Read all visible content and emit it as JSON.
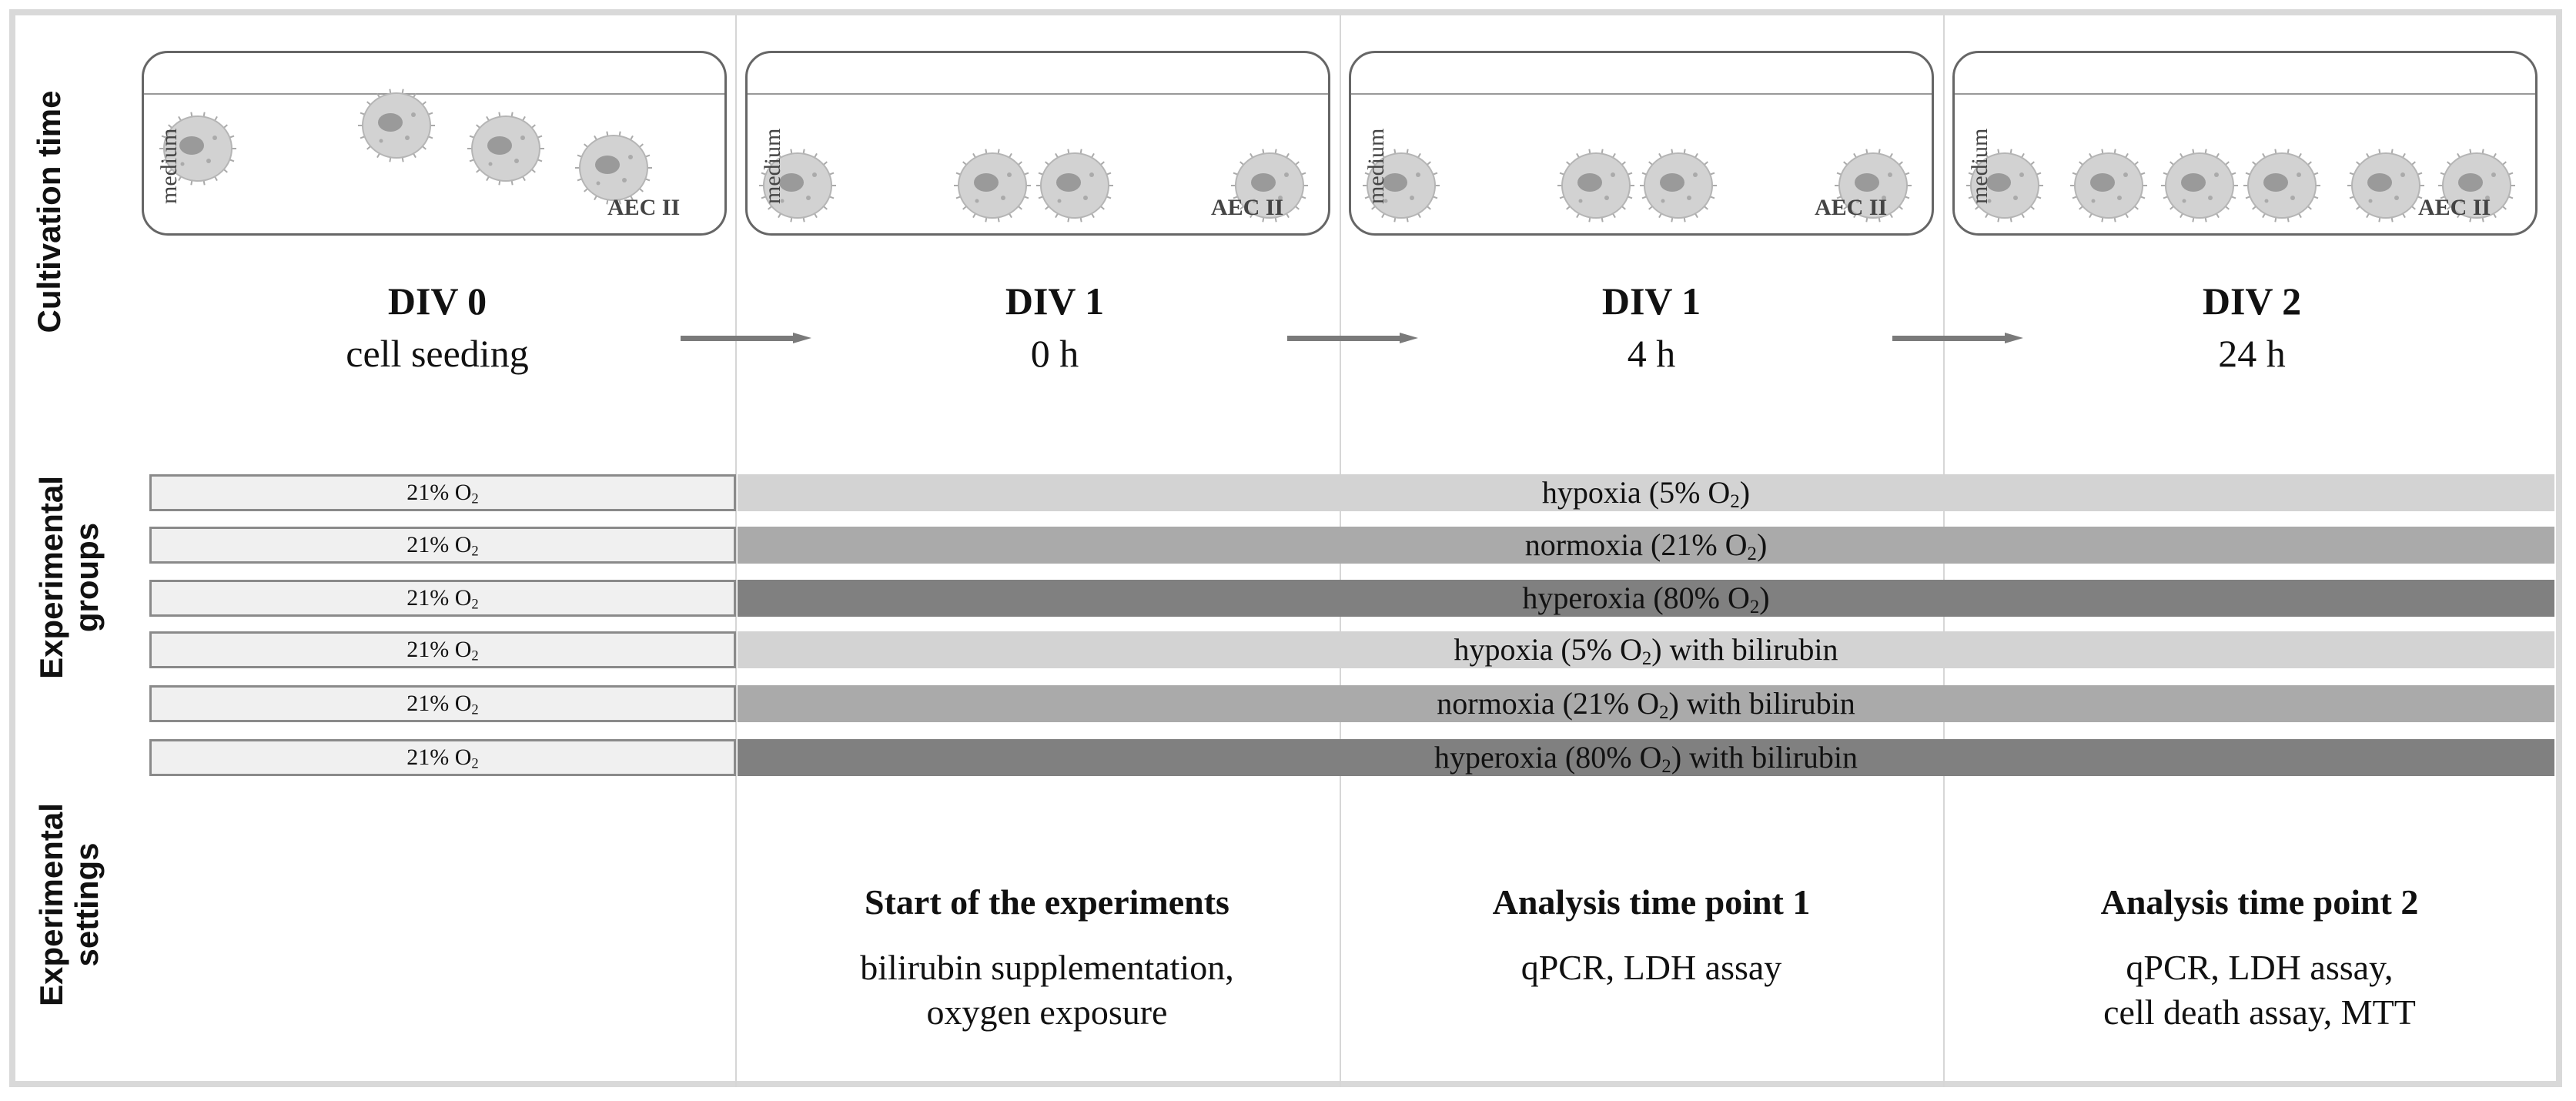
{
  "row_labels": {
    "cultivation": "Cultivation time",
    "groups_line1": "Experimental",
    "groups_line2": "groups",
    "settings_line1": "Experimental",
    "settings_line2": "settings"
  },
  "dish_labels": {
    "medium": "medium",
    "cell_type": "AEC II"
  },
  "stages": [
    {
      "title": "DIV 0",
      "subtitle": "cell seeding"
    },
    {
      "title": "DIV 1",
      "subtitle": "0 h"
    },
    {
      "title": "DIV 1",
      "subtitle": "4 h"
    },
    {
      "title": "DIV 2",
      "subtitle": "24 h"
    }
  ],
  "preincubation": {
    "prefix": "21% O",
    "sub": "2"
  },
  "groups": [
    {
      "pre": "hypoxia (5% O",
      "sub": "2",
      "post": ")",
      "shade": "light"
    },
    {
      "pre": "normoxia (21% O",
      "sub": "2",
      "post": ")",
      "shade": "mid"
    },
    {
      "pre": "hyperoxia (80% O",
      "sub": "2",
      "post": ")",
      "shade": "dark"
    },
    {
      "pre": "hypoxia (5% O",
      "sub": "2",
      "post": ") with bilirubin",
      "shade": "light"
    },
    {
      "pre": "normoxia (21% O",
      "sub": "2",
      "post": ") with bilirubin",
      "shade": "mid"
    },
    {
      "pre": "hyperoxia (80% O",
      "sub": "2",
      "post": ") with bilirubin",
      "shade": "dark"
    }
  ],
  "settings": [
    {
      "title": "Start of the experiments",
      "desc": "bilirubin supplementation,\noxygen exposure"
    },
    {
      "title": "Analysis time point 1",
      "desc": "qPCR, LDH assay"
    },
    {
      "title": "Analysis time point 2",
      "desc": "qPCR, LDH assay,\ncell death assay, MTT"
    }
  ],
  "colors": {
    "light": "#d3d3d3",
    "mid": "#aaaaaa",
    "dark": "#808080",
    "arrow": "#7a7a7a",
    "cell": "#d2d2d2",
    "nucleus": "#9a9a9a"
  }
}
